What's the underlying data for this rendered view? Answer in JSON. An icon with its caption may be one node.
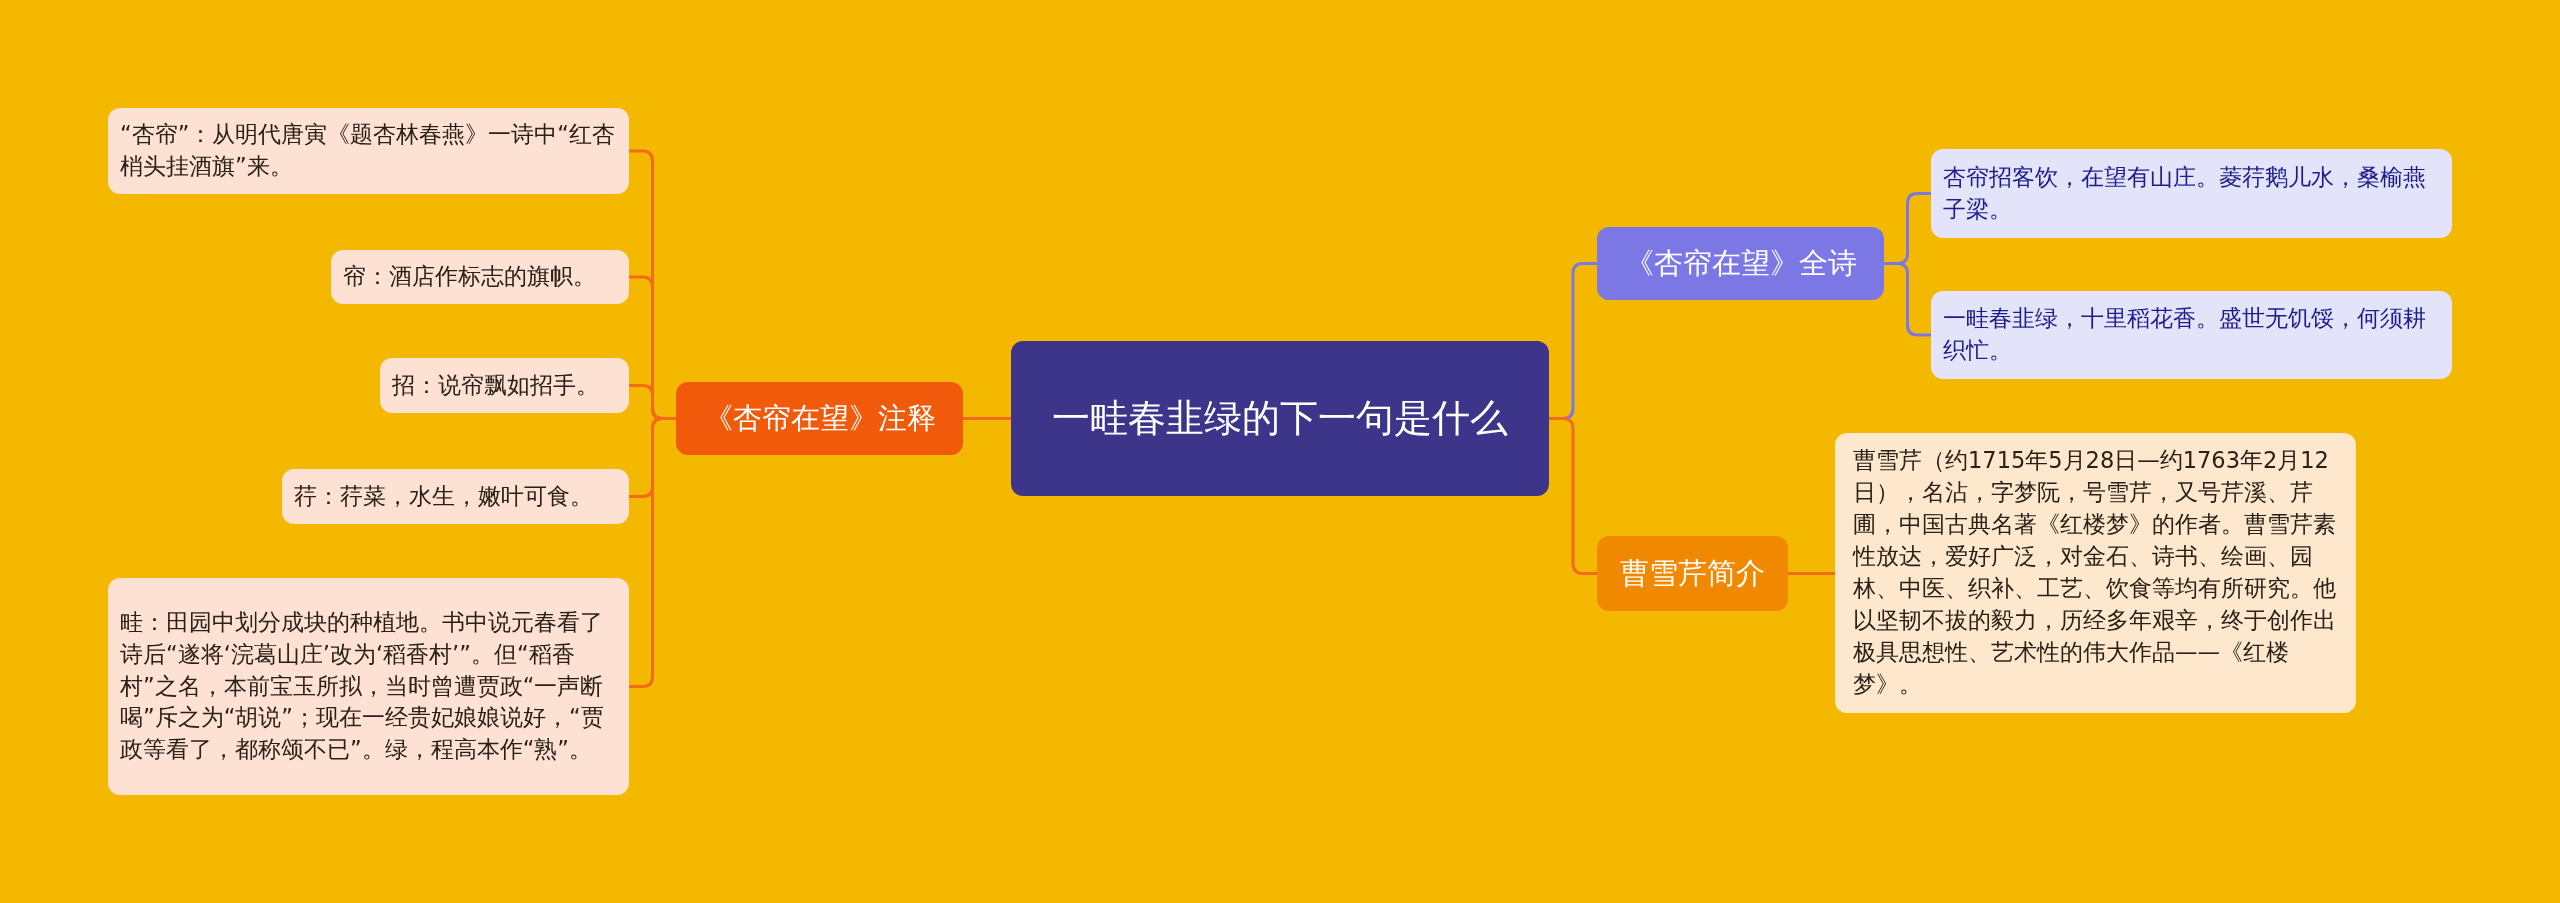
{
  "diagram": {
    "nodes": [
      {
        "text": [
          "一畦春韭绿的下一句是什么"
        ]
      },
      {
        "text": [
          "《杏帘在望》注释"
        ]
      },
      {
        "text": [
          "“杏帘”：从明代唐寅《题杏林春燕》一诗中“红杏梢头挂酒旗”来。"
        ]
      },
      {
        "text": [
          "帘：酒店作标志的旗帜。"
        ]
      },
      {
        "text": [
          "招：说帘飘如招手。"
        ]
      },
      {
        "text": [
          "荇：荇菜，水生，嫩叶可食。"
        ]
      },
      {
        "text": [
          "畦：田园中划分成块的种植地。书中说元春看了诗后“遂将‘浣葛山庄’改为‘稻香村’”。但“稻香村”之名，本前宝玉所拟，当时曾遭贾政“一声断喝”斥之为“胡说”；现在一经贵妃娘娘说好，“贾政等看了，都称颂不已”。绿，程高本作“熟”。"
        ]
      },
      {
        "text": [
          "《杏帘在望》全诗"
        ]
      },
      {
        "text": [
          "杏帘招客饮，在望有山庄。菱荇鹅儿水，桑榆燕子梁。"
        ]
      },
      {
        "text": [
          "一畦春韭绿，十里稻花香。盛世无饥馁，何须耕织忙。"
        ]
      },
      {
        "text": [
          "曹雪芹简介"
        ]
      },
      {
        "text": [
          "曹雪芹（约1715年5月28日—约1763年2月12日），名沾，字梦阮，号雪芹，又号芹溪、芹圃，中国古典名著《红楼梦》的作者。曹雪芹素性放达，爱好广泛，对金石、诗书、绘画、园林、中医、织补、工艺、饮食等均有所研究。他以坚韧不拔的毅力，历经多年艰辛，终于创作出极具思想性、艺术性的伟大作品——《红楼梦》。"
        ]
      }
    ],
    "edges": [
      {
        "from": 0,
        "to": 1,
        "arrow": "none"
      },
      {
        "from": 1,
        "to": 2,
        "arrow": "none"
      },
      {
        "from": 1,
        "to": 3,
        "arrow": "none"
      },
      {
        "from": 1,
        "to": 4,
        "arrow": "none"
      },
      {
        "from": 1,
        "to": 5,
        "arrow": "none"
      },
      {
        "from": 1,
        "to": 6,
        "arrow": "none"
      },
      {
        "from": 0,
        "to": 7,
        "arrow": "none",
        "color": "#7b78e6"
      },
      {
        "from": 7,
        "to": 8,
        "arrow": "none",
        "color": "#7b78e6"
      },
      {
        "from": 7,
        "to": 9,
        "arrow": "none",
        "color": "#7b78e6"
      },
      {
        "from": 0,
        "to": 10,
        "arrow": "none"
      },
      {
        "from": 10,
        "to": 11,
        "arrow": "none"
      }
    ]
  }
}
